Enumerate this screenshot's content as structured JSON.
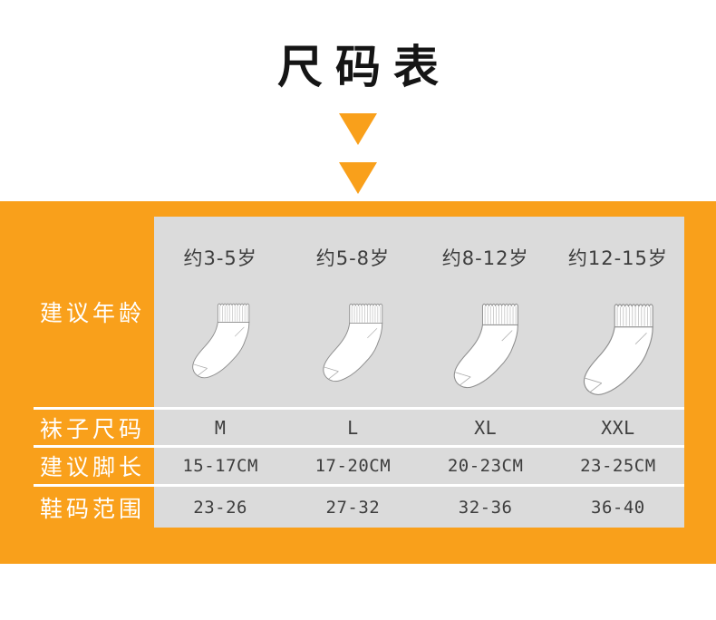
{
  "header": {
    "title": "尺码表"
  },
  "icons": {
    "down_arrow": "triangle-down",
    "sock": "sock-illustration"
  },
  "chart_data": {
    "type": "table",
    "title": "尺码表",
    "row_labels": {
      "age": "建议年龄",
      "sock_size": "袜子尺码",
      "foot_length": "建议脚长",
      "shoe_size": "鞋码范围"
    },
    "columns": [
      {
        "age": "约3-5岁",
        "sock_size": "M",
        "foot_length": "15-17CM",
        "shoe_size": "23-26"
      },
      {
        "age": "约5-8岁",
        "sock_size": "L",
        "foot_length": "17-20CM",
        "shoe_size": "27-32"
      },
      {
        "age": "约8-12岁",
        "sock_size": "XL",
        "foot_length": "20-23CM",
        "shoe_size": "32-36"
      },
      {
        "age": "约12-15岁",
        "sock_size": "XXL",
        "foot_length": "23-25CM",
        "shoe_size": "36-40"
      }
    ]
  },
  "colors": {
    "accent_orange": "#F9A01B",
    "table_gray": "#DBDBDB",
    "text_dark": "#3D3D3D",
    "label_white": "#FFFFFF",
    "title_black": "#151515"
  }
}
